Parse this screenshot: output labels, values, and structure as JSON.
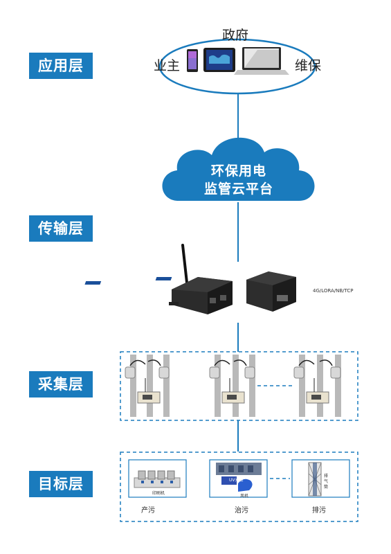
{
  "layers": {
    "application": "应用层",
    "transmission": "传输层",
    "collection": "采集层",
    "target": "目标层"
  },
  "users": {
    "government": "政府",
    "owner": "业主",
    "maintenance": "维保"
  },
  "cloud": {
    "line1": "环保用电",
    "line2": "监管云平台"
  },
  "transmission": {
    "protocols": "4G/LORA/NB/TCP"
  },
  "target": {
    "produce": "产污",
    "treat": "治污",
    "exhaust": "排污",
    "printer_label": "印刷机",
    "uv_label": "UV光解",
    "fan_label": "风机",
    "exhaust_label": "排气筒"
  },
  "colors": {
    "layer_label": "#1a7bbd",
    "cloud": "#1a7bbd",
    "line": "#1a7bbd"
  }
}
